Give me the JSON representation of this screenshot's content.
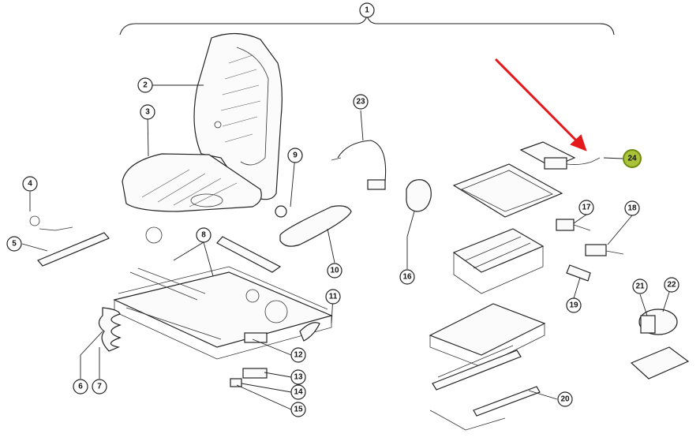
{
  "callouts": [
    "1",
    "2",
    "3",
    "4",
    "5",
    "6",
    "7",
    "8",
    "9",
    "10",
    "11",
    "12",
    "13",
    "14",
    "15",
    "16",
    "17",
    "18",
    "19",
    "20",
    "21",
    "22",
    "23",
    "24"
  ],
  "highlighted_callout": "24",
  "colors": {
    "highlight": "#a9c23a",
    "arrow": "#e3191c",
    "line": "#222222"
  }
}
